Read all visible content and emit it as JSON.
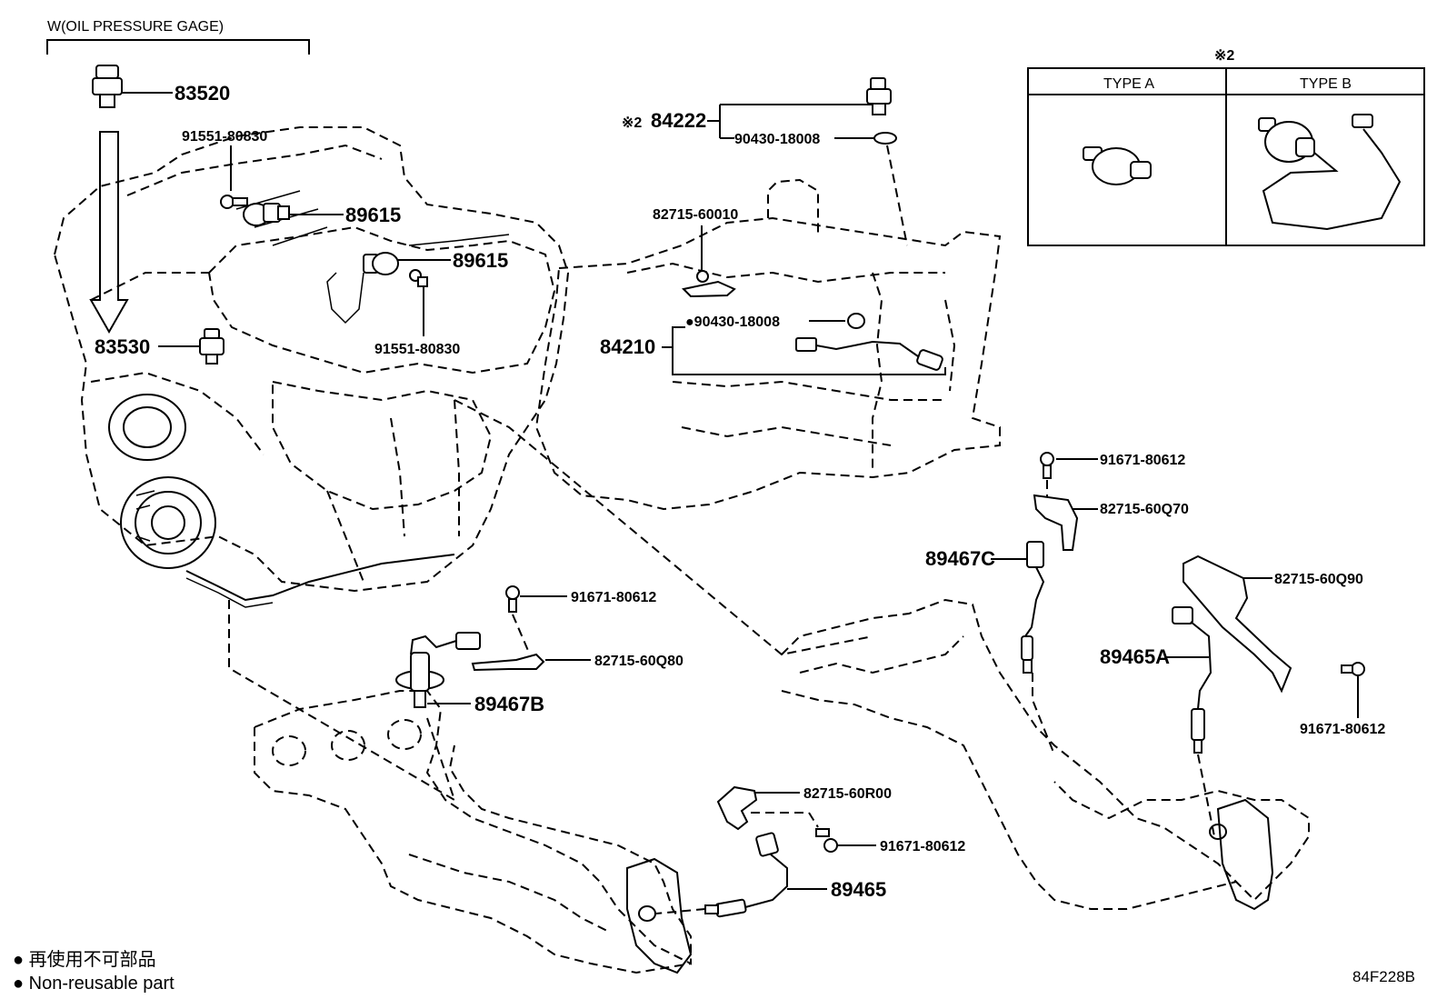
{
  "header": {
    "variant": "W(OIL PRESSURE GAGE)",
    "note_mark": "※2",
    "diagram_code": "84F228B"
  },
  "type_table": {
    "mark": "※2",
    "col_a": "TYPE A",
    "col_b": "TYPE B"
  },
  "legend": {
    "jp_text": "● 再使用不可部品",
    "en_text": "● Non-reusable part"
  },
  "callouts": {
    "p83520": "83520",
    "p91551_top": "91551-80830",
    "p89615_top": "89615",
    "p89615_mid": "89615",
    "p91551_mid": "91551-80830",
    "p83530": "83530",
    "p84222_mark": "※2",
    "p84222": "84222",
    "p90430_top": "90430-18008",
    "p82715_60010": "82715-60010",
    "p90430_mid": "●90430-18008",
    "p84210": "84210",
    "p91671_r1": "91671-80612",
    "p82715_60Q70": "82715-60Q70",
    "p89467C": "89467C",
    "p82715_60Q90": "82715-60Q90",
    "p89465A": "89465A",
    "p91671_r2": "91671-80612",
    "p91671_l": "91671-80612",
    "p82715_60Q80": "82715-60Q80",
    "p89467B": "89467B",
    "p82715_60R00": "82715-60R00",
    "p91671_b": "91671-80612",
    "p89465": "89465"
  },
  "icons": [
    "oil-pressure-switch-icon",
    "knock-sensor-icon",
    "oxygen-sensor-icon",
    "bracket-icon",
    "bolt-icon",
    "gasket-icon",
    "engine-icon",
    "transmission-icon",
    "exhaust-manifold-icon"
  ]
}
